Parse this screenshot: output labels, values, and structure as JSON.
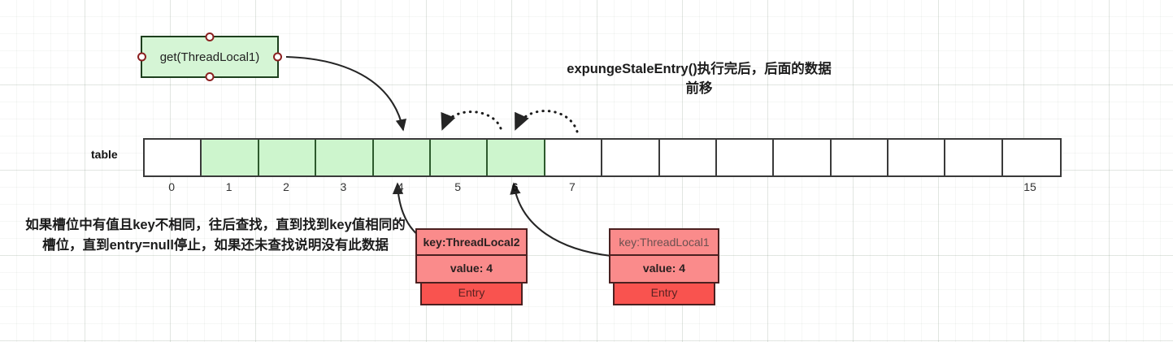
{
  "diagram": {
    "title_note": "expungeStaleEntry()执行完后，后面的数据前移",
    "lookup_note": "如果槽位中有值且key不相同，往后查找，直到找到key值相同的槽位，直到entry=null停止，如果还未查找说明没有此数据",
    "colors": {
      "cell_filled": "#cdf5cd",
      "cell_empty": "#ffffff",
      "box_green": "#d5f5d5",
      "entry_light": "#fa8b8b",
      "entry_dark": "#f9534f",
      "stroke": "#3a3a3a"
    }
  },
  "get_box": {
    "label": "get(ThreadLocal1)",
    "handles": [
      "left-handle",
      "right-handle",
      "top-handle",
      "bottom-handle"
    ]
  },
  "table": {
    "label": "table",
    "cell_count": 16,
    "filled_indices": [
      1,
      2,
      3,
      4,
      5,
      6
    ],
    "index_labels": [
      "0",
      "1",
      "2",
      "3",
      "4",
      "5",
      "6",
      "7",
      "",
      "",
      "",
      "",
      "",
      "",
      "",
      "15"
    ],
    "bold_index_labels": [
      "6"
    ]
  },
  "entries": [
    {
      "name": "entry-threadlocal2",
      "key": "key:ThreadLocal2",
      "value": "value: 4",
      "tail": "Entry",
      "key_style": "bold",
      "points_to_index": 4
    },
    {
      "name": "entry-threadlocal1",
      "key": "key:ThreadLocal1",
      "value": "value: 4",
      "tail": "Entry",
      "key_style": "muted",
      "points_to_index": 6
    }
  ],
  "arrows": {
    "get_to_slot4": "curved arrow from get(ThreadLocal1) to table slot 4",
    "shift_6_to_5": "dotted arc from slot 6 to slot 5",
    "shift_7_to_6": "dotted arc from slot 7 to slot 6"
  }
}
